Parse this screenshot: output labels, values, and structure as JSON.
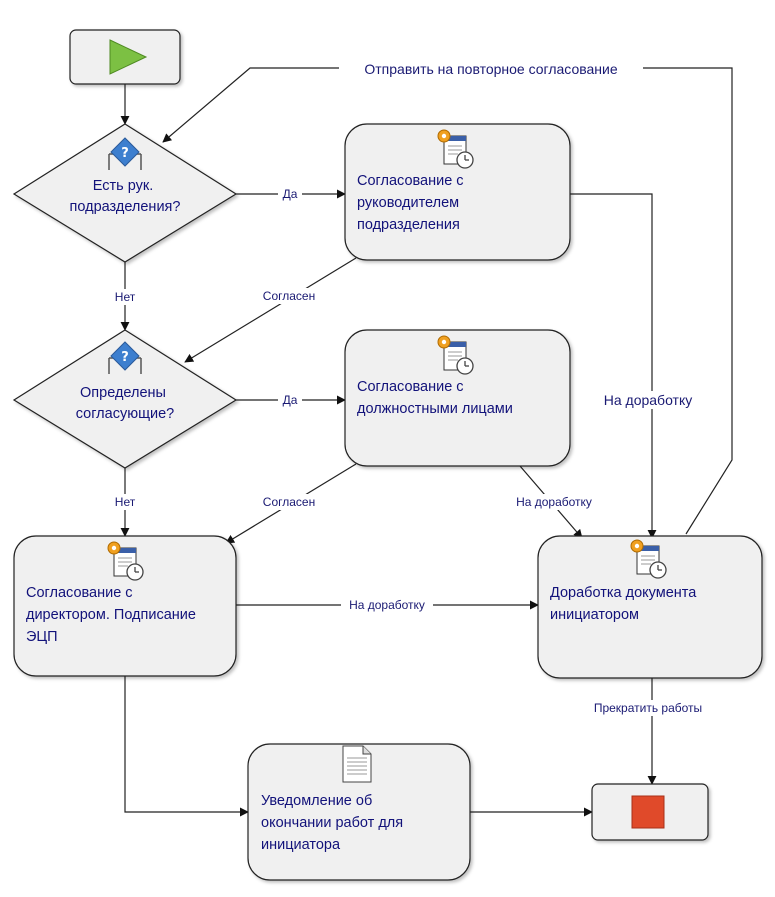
{
  "colors": {
    "start_fill": "#f0f0f0",
    "play_green": "#7cc043",
    "node_fill": "#f0f0f0",
    "label_text": "#1a1a73",
    "stop_red": "#e04a2a",
    "gear_orange": "#f0a020",
    "help_blue": "#3d7fcf"
  },
  "nodes": {
    "start": {
      "icon": "play-icon"
    },
    "decision_head": {
      "icon": "help-icon",
      "lines": [
        "Есть рук.",
        "подразделения?"
      ]
    },
    "decision_approvers": {
      "icon": "help-icon",
      "lines": [
        "Определены",
        "согласующие?"
      ]
    },
    "task_head": {
      "icon": "task-timer-icon",
      "lines": [
        "Согласование с",
        "руководителем",
        "подразделения"
      ]
    },
    "task_officials": {
      "icon": "task-timer-icon",
      "lines": [
        "Согласование с",
        "должностными лицами"
      ]
    },
    "task_director": {
      "icon": "task-timer-icon",
      "lines": [
        "Согласование с",
        "директором. Подписание",
        "ЭЦП"
      ]
    },
    "task_rework": {
      "icon": "task-timer-icon",
      "lines": [
        "Доработка документа",
        "инициатором"
      ]
    },
    "task_notify": {
      "icon": "document-icon",
      "lines": [
        "Уведомление об",
        "окончании работ для",
        "инициатора"
      ]
    },
    "stop": {
      "icon": "stop-icon"
    }
  },
  "edges": {
    "resend": "Отправить на повторное согласование",
    "yes1": "Да",
    "no1": "Нет",
    "agreed1": "Согласен",
    "yes2": "Да",
    "no2": "Нет",
    "rework1": "На доработку",
    "rework2": "На доработку",
    "agreed2": "Согласен",
    "rework3": "На доработку",
    "stop_work": "Прекратить работы"
  }
}
